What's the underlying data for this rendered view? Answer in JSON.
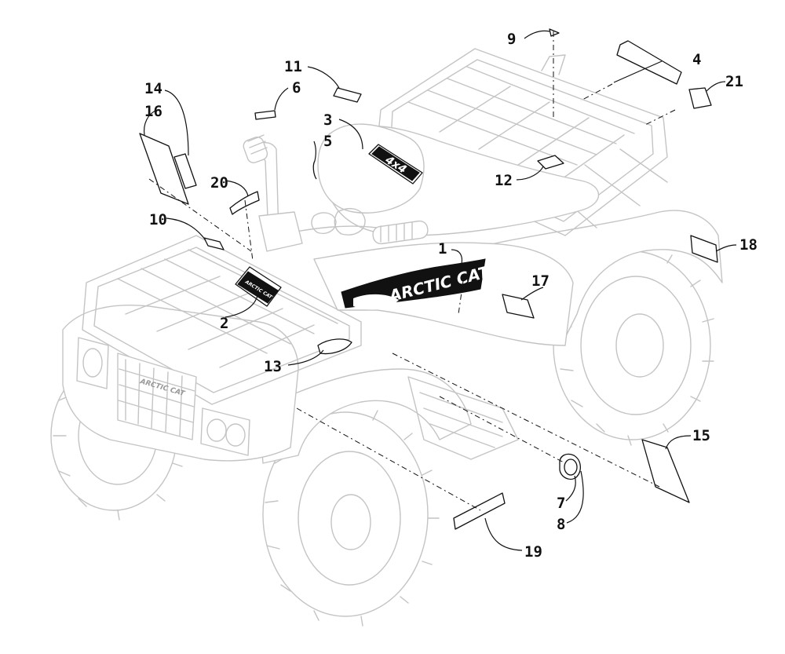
{
  "callouts": {
    "c1": "1",
    "c2": "2",
    "c3": "3",
    "c4": "4",
    "c5": "5",
    "c6": "6",
    "c7": "7",
    "c8": "8",
    "c9": "9",
    "c10": "10",
    "c11": "11",
    "c12": "12",
    "c13": "13",
    "c14": "14",
    "c15": "15",
    "c16": "16",
    "c17": "17",
    "c18": "18",
    "c19": "19",
    "c20": "20",
    "c21": "21"
  },
  "decal_text": {
    "side_decal": "ARCTIC CAT",
    "grille_brand": "ARCTIC CAT",
    "hood_badge": "ARCTIC CAT",
    "tank_decal": "4x4"
  },
  "colors": {
    "line_art": "#c4c4c4",
    "callout_ink": "#111111"
  }
}
